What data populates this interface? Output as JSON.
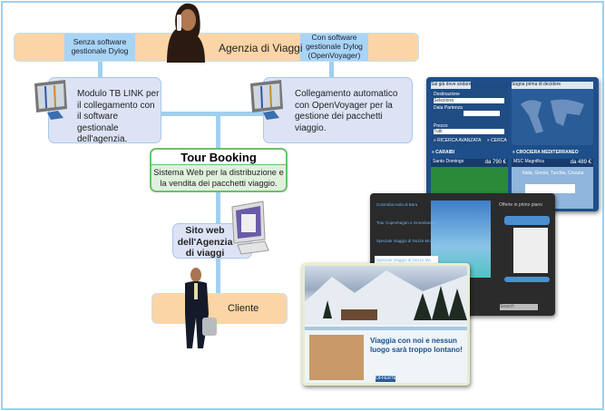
{
  "agency": {
    "title": "Agenzia di Viaggi",
    "left_cell": "Senza software gestionale Dylog",
    "right_cell": "Con software gestionale Dylog (OpenVoyager)"
  },
  "left_box": {
    "text": "Modulo TB LINK per il collegamento con il software gestionale dell'agenzia."
  },
  "right_box": {
    "text": "Collegamento automatico con OpenVoyager per la gestione dei pacchetti viaggio."
  },
  "tour_booking": {
    "title": "Tour Booking",
    "text": "Sistema Web per la distribuzione e la vendita dei pacchetti viaggio."
  },
  "website": {
    "text": "Sito web dell'Agenzia di viaggi"
  },
  "client": {
    "text": "Cliente"
  },
  "shot1": {
    "search_title": "Sai già dove andare",
    "map_title": "Sogna prima di decidere",
    "destination": "Destinazione",
    "select": "Seleziona",
    "dates": "Data Partenza",
    "price": "Prezzo",
    "all": "Tutti",
    "advanced": "» RICERCA AVANZATA",
    "search": "» CERCA",
    "cat1": "» CARAIBI",
    "cat2": "» CROCIERA MEDITERRANEO",
    "offer1": "Santo Domingo",
    "price1": "da 790 €",
    "offer2": "MSC Magnifica",
    "price2": "da 489 €",
    "offer2_sub": "Italia, Grecia, Turchia, Croazia"
  },
  "shot2": {
    "items": [
      "Colombia Isola di Baru",
      "Tour Copenhagen e Groenlandia",
      "Speciale Viaggio di Nozze Mo",
      "Speciale Viaggio di Nozze Ma"
    ],
    "offers_title": "Offerte in primo piano",
    "search_placeholder": "Search"
  },
  "shot3": {
    "headline": "Viaggia con noi e nessun luogo sarà troppo lontano!",
    "button": "OFFERTE"
  }
}
